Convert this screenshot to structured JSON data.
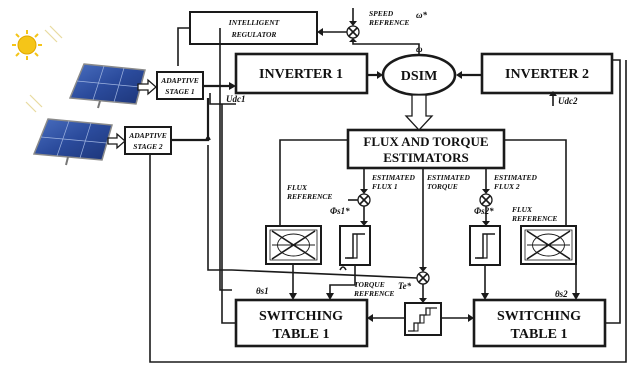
{
  "blocks": {
    "intelligent_regulator_1": "INTELLIGENT",
    "intelligent_regulator_2": "REGULATOR",
    "inverter1": "INVERTER 1",
    "inverter2": "INVERTER 2",
    "dsim": "DSIM",
    "adaptive_stage1_1": "ADAPTIVE",
    "adaptive_stage1_2": "STAGE 1",
    "adaptive_stage2_1": "ADAPTIVE",
    "adaptive_stage2_2": "STAGE 2",
    "estimators_1": "FLUX AND TORQUE",
    "estimators_2": "ESTIMATORS",
    "switching1_1": "SWITCHING",
    "switching1_2": "TABLE 1",
    "switching2_1": "SWITCHING",
    "switching2_2": "TABLE 1"
  },
  "labels": {
    "speed_ref_1": "SPEED",
    "speed_ref_2": "REFRENCE",
    "omega_star": "ω*",
    "omega": "ω",
    "udc1": "Udc1",
    "udc2": "Udc2",
    "flux_ref_left_1": "FLUX",
    "flux_ref_left_2": "REFERENCE",
    "est_flux1_1": "ESTIMATED",
    "est_flux1_2": "FLUX 1",
    "est_torque_1": "ESTIMATED",
    "est_torque_2": "TORQUE",
    "est_flux2_1": "ESTIMATED",
    "est_flux2_2": "FLUX 2",
    "flux_ref_right_1": "FLUX",
    "flux_ref_right_2": "REFERENCE",
    "phi_s1": "Φs1*",
    "phi_s2": "Φs2*",
    "theta_s1": "θs1",
    "theta_s2": "θs2",
    "torque_ref_1": "TORQUE",
    "torque_ref_2": "REFRENCE",
    "te_star": "Te*"
  },
  "colors": {
    "line": "#1a1a1a",
    "panel": "#2c4a9a",
    "sun": "#f5c518"
  }
}
